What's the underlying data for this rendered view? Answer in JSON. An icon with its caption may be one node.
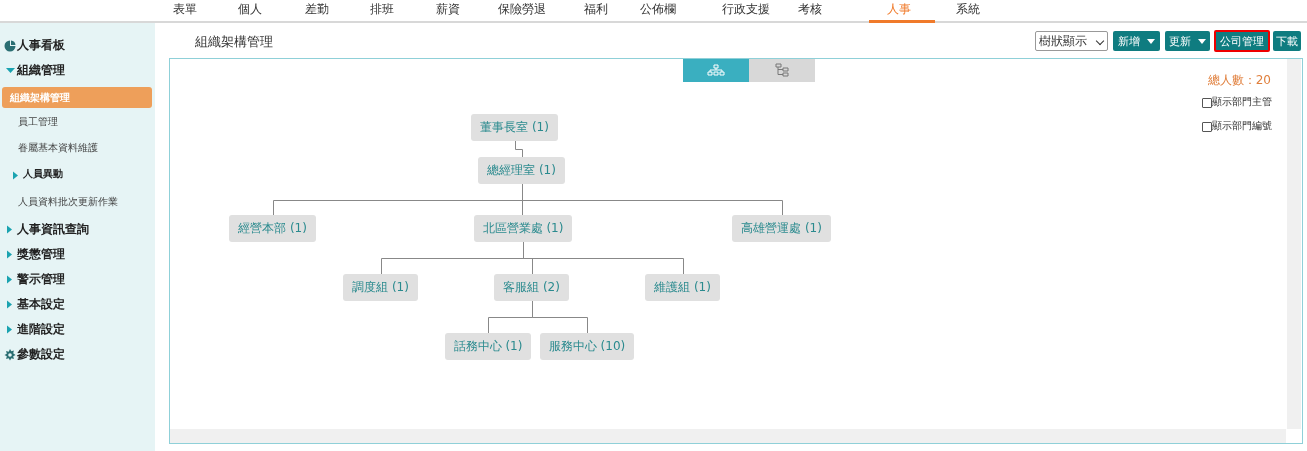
{
  "diagram": {
    "title": "組織架構管理",
    "nodes": [
      {
        "text": [
          "董事長室 (1)"
        ]
      },
      {
        "text": [
          "總經理室 (1)"
        ]
      },
      {
        "text": [
          "經營本部 (1)"
        ]
      },
      {
        "text": [
          "北區營業處 (1)"
        ]
      },
      {
        "text": [
          "高雄營運處 (1)"
        ]
      },
      {
        "text": [
          "調度組 (1)"
        ]
      },
      {
        "text": [
          "客服組 (2)"
        ]
      },
      {
        "text": [
          "維護組 (1)"
        ]
      },
      {
        "text": [
          "話務中心 (1)"
        ]
      },
      {
        "text": [
          "服務中心 (10)"
        ]
      }
    ],
    "edges": [
      {
        "from": 0,
        "to": 1,
        "arrow": "none"
      },
      {
        "from": 1,
        "to": 2,
        "arrow": "none"
      },
      {
        "from": 1,
        "to": 3,
        "arrow": "none"
      },
      {
        "from": 1,
        "to": 4,
        "arrow": "none"
      },
      {
        "from": 3,
        "to": 5,
        "arrow": "none"
      },
      {
        "from": 3,
        "to": 6,
        "arrow": "none"
      },
      {
        "from": 3,
        "to": 7,
        "arrow": "none"
      },
      {
        "from": 6,
        "to": 8,
        "arrow": "none"
      },
      {
        "from": 6,
        "to": 9,
        "arrow": "none"
      }
    ],
    "labels": [
      "表單",
      "個人",
      "差勤",
      "排班",
      "薪資",
      "保險勞退",
      "福利",
      "公佈欄",
      "行政支援",
      "考核",
      "人事",
      "系統",
      "人事看板",
      "組織管理",
      "組織架構管理",
      "員工管理",
      "眷屬基本資料維護",
      "人員異動",
      "人員資料批次更新作業",
      "人事資訊查詢",
      "獎懲管理",
      "警示管理",
      "基本設定",
      "進階設定",
      "參數設定",
      "樹狀顯示",
      "新增",
      "更新",
      "公司管理",
      "下載",
      "總人數：20",
      "顯示部門主管",
      "顯示部門編號"
    ]
  }
}
